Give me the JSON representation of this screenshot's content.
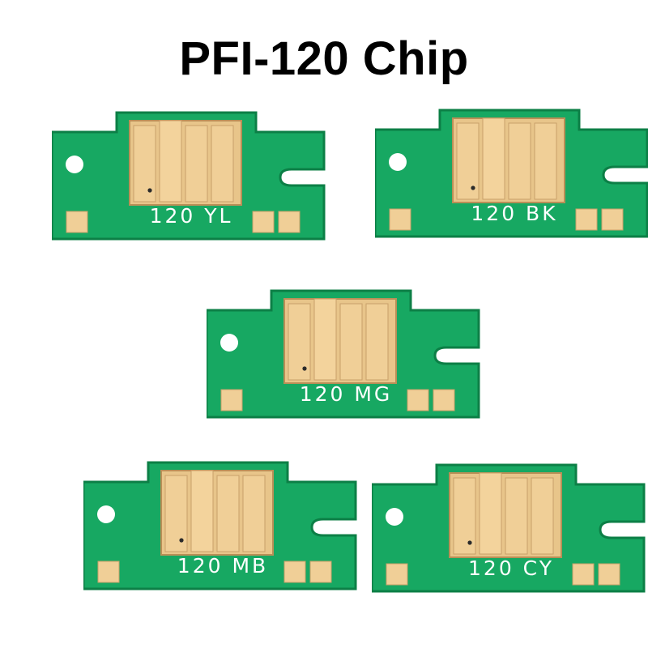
{
  "title": "PFI-120 Chip",
  "colors": {
    "board": "#17a862",
    "board_edge": "#0c7f46",
    "gold": "#f0cf97",
    "gold_edge": "#b98f57",
    "hole": "#ffffff",
    "text": "#ffffff"
  },
  "chips": [
    {
      "label": "120  YL"
    },
    {
      "label": "120  BK"
    },
    {
      "label": "120  MG"
    },
    {
      "label": "120  MB"
    },
    {
      "label": "120  CY"
    }
  ]
}
